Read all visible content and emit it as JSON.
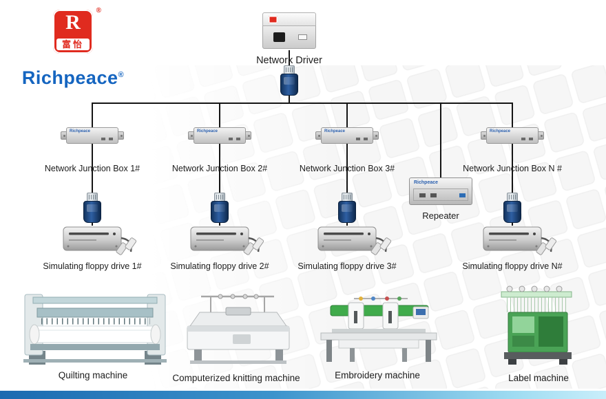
{
  "brand": {
    "logo_letter": "R",
    "logo_chinese": "富怡",
    "registered_mark": "®",
    "wordmark": "Richpeace",
    "wordmark_registered": "®"
  },
  "driver": {
    "label": "Network Driver"
  },
  "junction_boxes": [
    {
      "label": "Network Junction Box 1#",
      "device_text": "Richpeace"
    },
    {
      "label": "Network Junction Box 2#",
      "device_text": "Richpeace"
    },
    {
      "label": "Network Junction Box 3#",
      "device_text": "Richpeace"
    },
    {
      "label": "Network Junction Box N #",
      "device_text": "Richpeace"
    }
  ],
  "repeater": {
    "label": "Repeater",
    "device_text": "Richpeace"
  },
  "floppy_drives": [
    {
      "label": "Simulating floppy drive 1#"
    },
    {
      "label": "Simulating floppy drive 2#"
    },
    {
      "label": "Simulating floppy drive 3#"
    },
    {
      "label": "Simulating floppy drive N#"
    }
  ],
  "machines": [
    {
      "label": "Quilting machine"
    },
    {
      "label": "Computerized knitting machine"
    },
    {
      "label": "Embroidery machine"
    },
    {
      "label": "Label machine"
    }
  ],
  "colors": {
    "wordmark_blue": "#1565c0",
    "logo_red": "#e02b1f",
    "line_black": "#141414",
    "footer_gradient_start": "#1b6ab0",
    "footer_gradient_end": "#c9eefa"
  }
}
